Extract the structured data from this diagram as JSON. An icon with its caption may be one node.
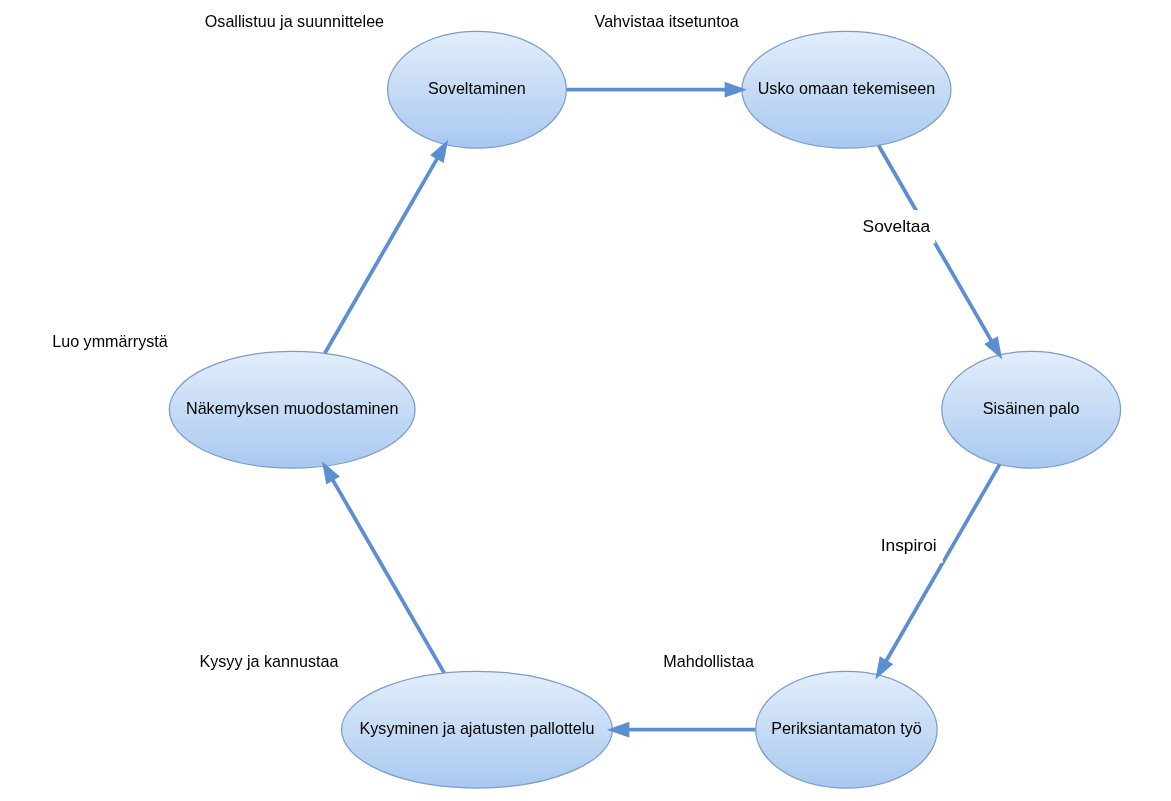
{
  "diagram": {
    "nodes": [
      {
        "text": [
          "Periksiantamaton työ"
        ],
        "beside": [
          "Mahdollistaa"
        ]
      },
      {
        "text": [
          "Kysyminen ja ajatusten pallottelu"
        ],
        "beside": [
          "Kysyy ja kannustaa"
        ]
      },
      {
        "text": [
          "Näkemyksen muodostaminen"
        ],
        "beside": [
          "Luo ymmärrystä"
        ]
      },
      {
        "text": [
          "Soveltaminen"
        ],
        "beside": [
          "Osallistuu ja suunnittelee"
        ]
      },
      {
        "text": [
          "Usko omaan tekemiseen"
        ],
        "beside": [
          "Vahvistaa itsetuntoa"
        ]
      },
      {
        "text": [
          "Sisäinen palo"
        ]
      }
    ],
    "edges": [
      {
        "from": 0,
        "to": 1,
        "arrow": "to"
      },
      {
        "from": 1,
        "to": 2,
        "arrow": "to"
      },
      {
        "from": 2,
        "to": 3,
        "arrow": "to"
      },
      {
        "from": 3,
        "to": 4,
        "arrow": "to"
      },
      {
        "from": 4,
        "to": 5,
        "arrow": "to",
        "label": "Soveltaa"
      },
      {
        "from": 5,
        "to": 0,
        "arrow": "to",
        "label": "Inspiroi"
      }
    ]
  }
}
